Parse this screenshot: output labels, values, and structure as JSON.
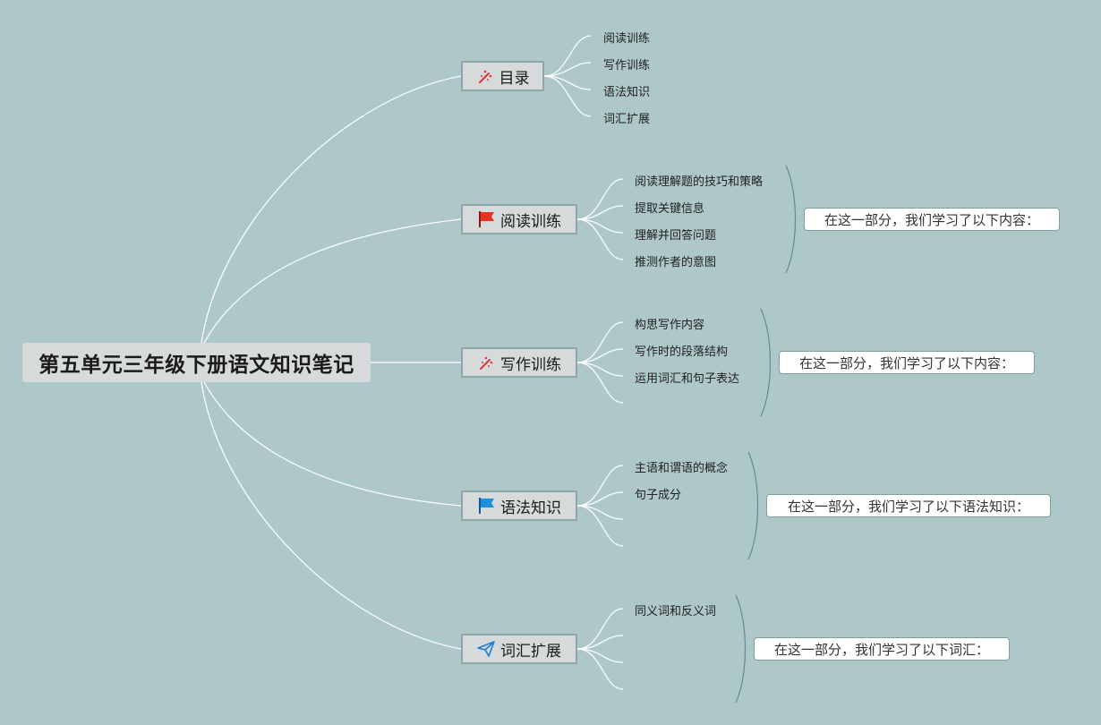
{
  "root": {
    "title": "第五单元三年级下册语文知识笔记"
  },
  "branches": [
    {
      "label": "目录",
      "icon": "magic-wand-icon",
      "leaves": [
        "阅读训练",
        "写作训练",
        "语法知识",
        "词汇扩展"
      ]
    },
    {
      "label": "阅读训练",
      "icon": "red-flag-icon",
      "leaves": [
        "阅读理解题的技巧和策略",
        "提取关键信息",
        "理解并回答问题",
        "推测作者的意图"
      ],
      "note": "在这一部分，我们学习了以下内容："
    },
    {
      "label": "写作训练",
      "icon": "magic-wand-icon",
      "leaves": [
        "构思写作内容",
        "写作时的段落结构",
        "运用词汇和句子表达"
      ],
      "note": "在这一部分，我们学习了以下内容："
    },
    {
      "label": "语法知识",
      "icon": "blue-flag-icon",
      "leaves": [
        "主语和谓语的概念",
        "句子成分"
      ],
      "note": "在这一部分，我们学习了以下语法知识："
    },
    {
      "label": "词汇扩展",
      "icon": "paper-plane-icon",
      "leaves": [
        "同义词和反义词"
      ],
      "note": "在这一部分，我们学习了以下词汇："
    }
  ],
  "colors": {
    "background": "#aec8ca",
    "node_fill": "#d6dadb",
    "line": "#ffffff",
    "bracket": "#5f8e89",
    "red_flag": "#e8331f",
    "blue_flag": "#1e90e0",
    "wand": "#d43a3a"
  }
}
